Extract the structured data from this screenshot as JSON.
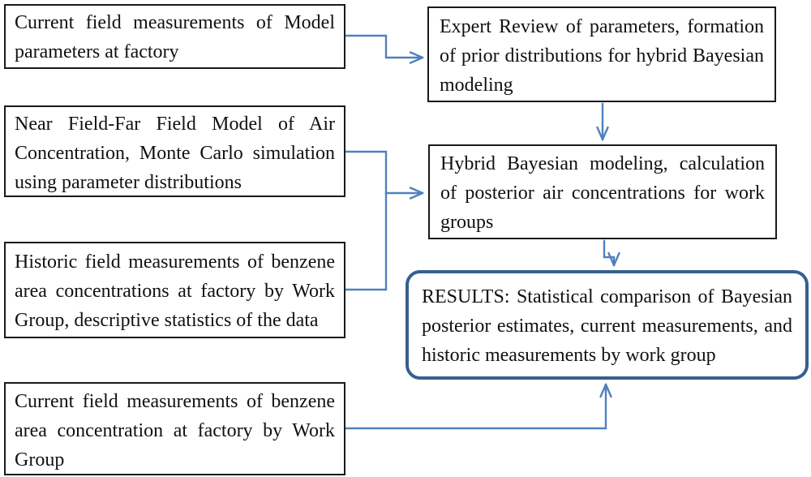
{
  "diagram": {
    "type": "flowchart",
    "colors": {
      "connector": "#4F81BD",
      "results_border": "#365F91",
      "node_border": "#1a1a1a",
      "text": "#111111",
      "background": "#ffffff"
    },
    "nodes": [
      {
        "id": "current-model-params",
        "shape": "rect",
        "text": "Current field measurements of Model parameters at factory"
      },
      {
        "id": "expert-review",
        "shape": "rect",
        "text": "Expert Review of parameters, formation of prior distributions for hybrid Bayesian modeling"
      },
      {
        "id": "near-field-far-field",
        "shape": "rect",
        "text": "Near Field-Far Field Model of Air Concentration, Monte Carlo simulation using parameter distributions"
      },
      {
        "id": "hybrid-bayesian",
        "shape": "rect",
        "text": "Hybrid Bayesian modeling, calculation of posterior air concentrations for work groups"
      },
      {
        "id": "historic-measurements",
        "shape": "rect",
        "text": "Historic field measurements of benzene area concentrations at factory by Work Group, descriptive statistics of the data"
      },
      {
        "id": "results",
        "shape": "rounded",
        "text": "RESULTS: Statistical comparison of Bayesian posterior estimates, current measurements, and historic measurements by work group"
      },
      {
        "id": "current-benzene",
        "shape": "rect",
        "text": "Current field measurements of benzene area concentration at factory by Work Group"
      }
    ],
    "edges": [
      {
        "from": "current-model-params",
        "to": "expert-review"
      },
      {
        "from": "expert-review",
        "to": "hybrid-bayesian"
      },
      {
        "from": "near-field-far-field",
        "to": "hybrid-bayesian"
      },
      {
        "from": "historic-measurements",
        "to": "hybrid-bayesian"
      },
      {
        "from": "hybrid-bayesian",
        "to": "results"
      },
      {
        "from": "current-benzene",
        "to": "results"
      }
    ]
  }
}
